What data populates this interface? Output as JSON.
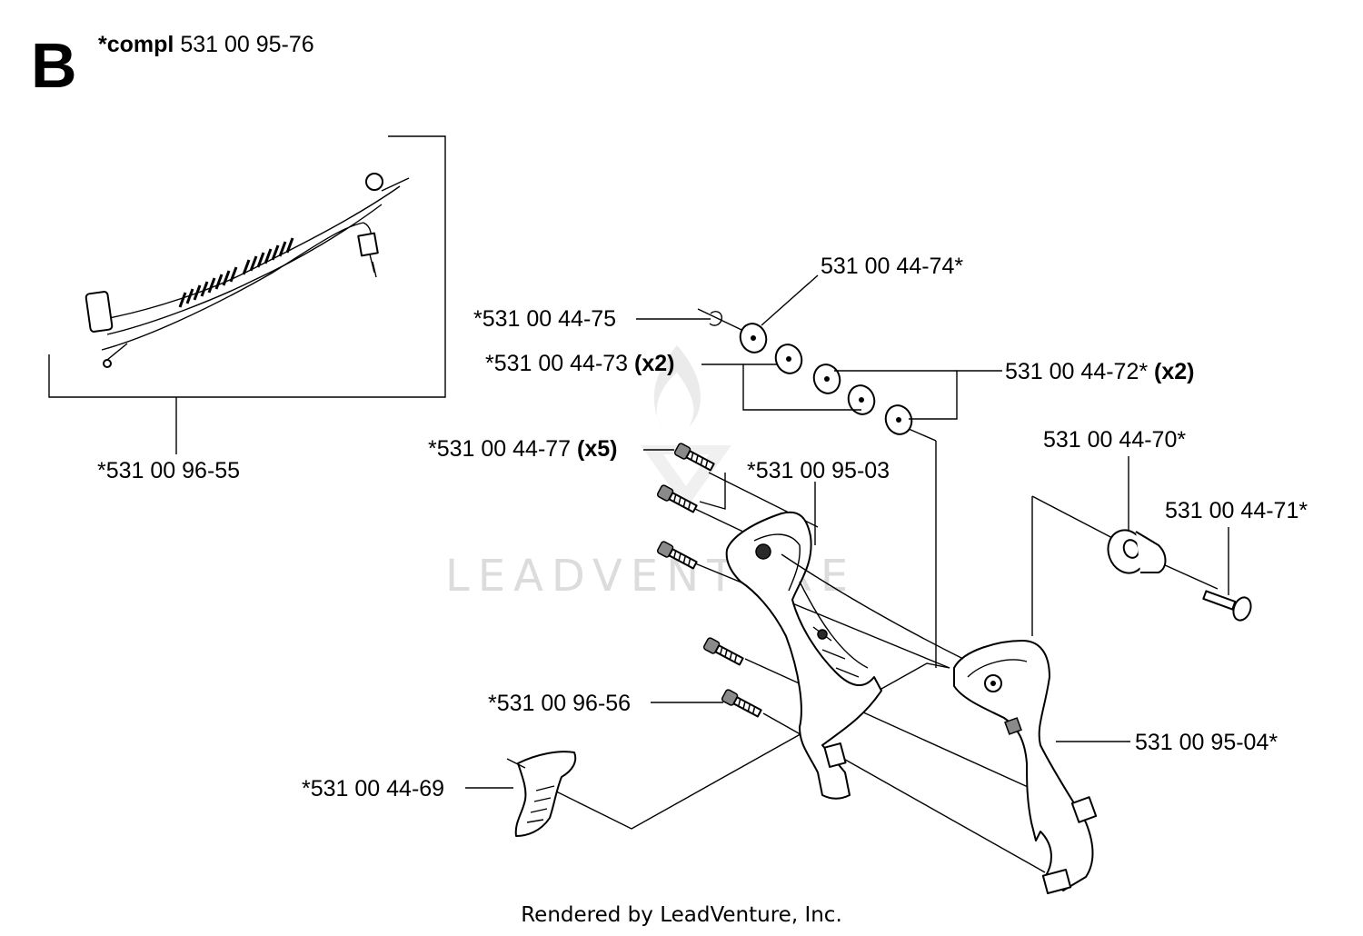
{
  "header": {
    "section_letter": "B",
    "compl_prefix": "*compl",
    "compl_number": "531 00 95-76"
  },
  "parts": [
    {
      "id": "p1",
      "number": "*531 00 96-55",
      "qty": ""
    },
    {
      "id": "p2",
      "number": "531 00 44-74*",
      "qty": ""
    },
    {
      "id": "p3",
      "number": "*531 00 44-75",
      "qty": ""
    },
    {
      "id": "p4",
      "number": "*531 00 44-73",
      "qty": "(x2)"
    },
    {
      "id": "p5",
      "number": "531 00 44-72*",
      "qty": "(x2)"
    },
    {
      "id": "p6",
      "number": "*531 00 44-77",
      "qty": "(x5)"
    },
    {
      "id": "p7",
      "number": "*531 00 95-03",
      "qty": ""
    },
    {
      "id": "p8",
      "number": "531 00 44-70*",
      "qty": ""
    },
    {
      "id": "p9",
      "number": "531 00 44-71*",
      "qty": ""
    },
    {
      "id": "p10",
      "number": "*531 00 96-56",
      "qty": ""
    },
    {
      "id": "p11",
      "number": "531 00 95-04*",
      "qty": ""
    },
    {
      "id": "p12",
      "number": "*531 00 44-69",
      "qty": ""
    }
  ],
  "watermark": "LEADVENTURE",
  "footer": "Rendered by LeadVenture, Inc."
}
